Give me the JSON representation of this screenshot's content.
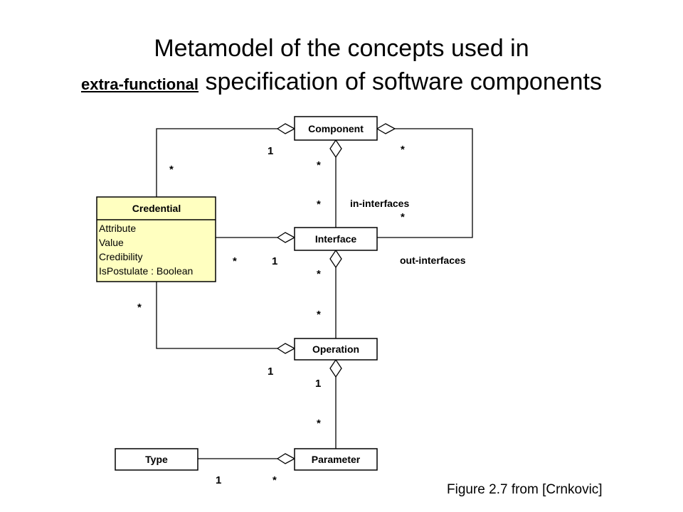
{
  "title": {
    "line1": "Metamodel of the concepts used in",
    "line2_emphasis": "extra-functional",
    "line2_rest": " specification of software components"
  },
  "classes": {
    "component": "Component",
    "interface": "Interface",
    "operation": "Operation",
    "parameter": "Parameter",
    "type": "Type",
    "credential": {
      "name": "Credential",
      "attributes": [
        "Attribute",
        "Value",
        "Credibility",
        "IsPostulate : Boolean"
      ]
    }
  },
  "multiplicities": {
    "cred_comp_comp": "1",
    "cred_comp_cred": "*",
    "comp_if_comp": "*",
    "comp_if_if": "*",
    "comp_out_comp": "*",
    "comp_out_if": "*",
    "cred_if_cred": "*",
    "cred_if_if": "1",
    "if_op_if": "*",
    "if_op_op": "*",
    "cred_op_cred": "*",
    "cred_op_op": "1",
    "op_par_op": "1",
    "op_par_par": "*",
    "type_par_type": "1",
    "type_par_par": "*"
  },
  "roles": {
    "in_interfaces": "in-interfaces",
    "out_interfaces": "out-interfaces"
  },
  "caption": "Figure 2.7 from [Crnkovic]",
  "colors": {
    "credential_fill": "#ffffc0",
    "line": "#000000"
  }
}
